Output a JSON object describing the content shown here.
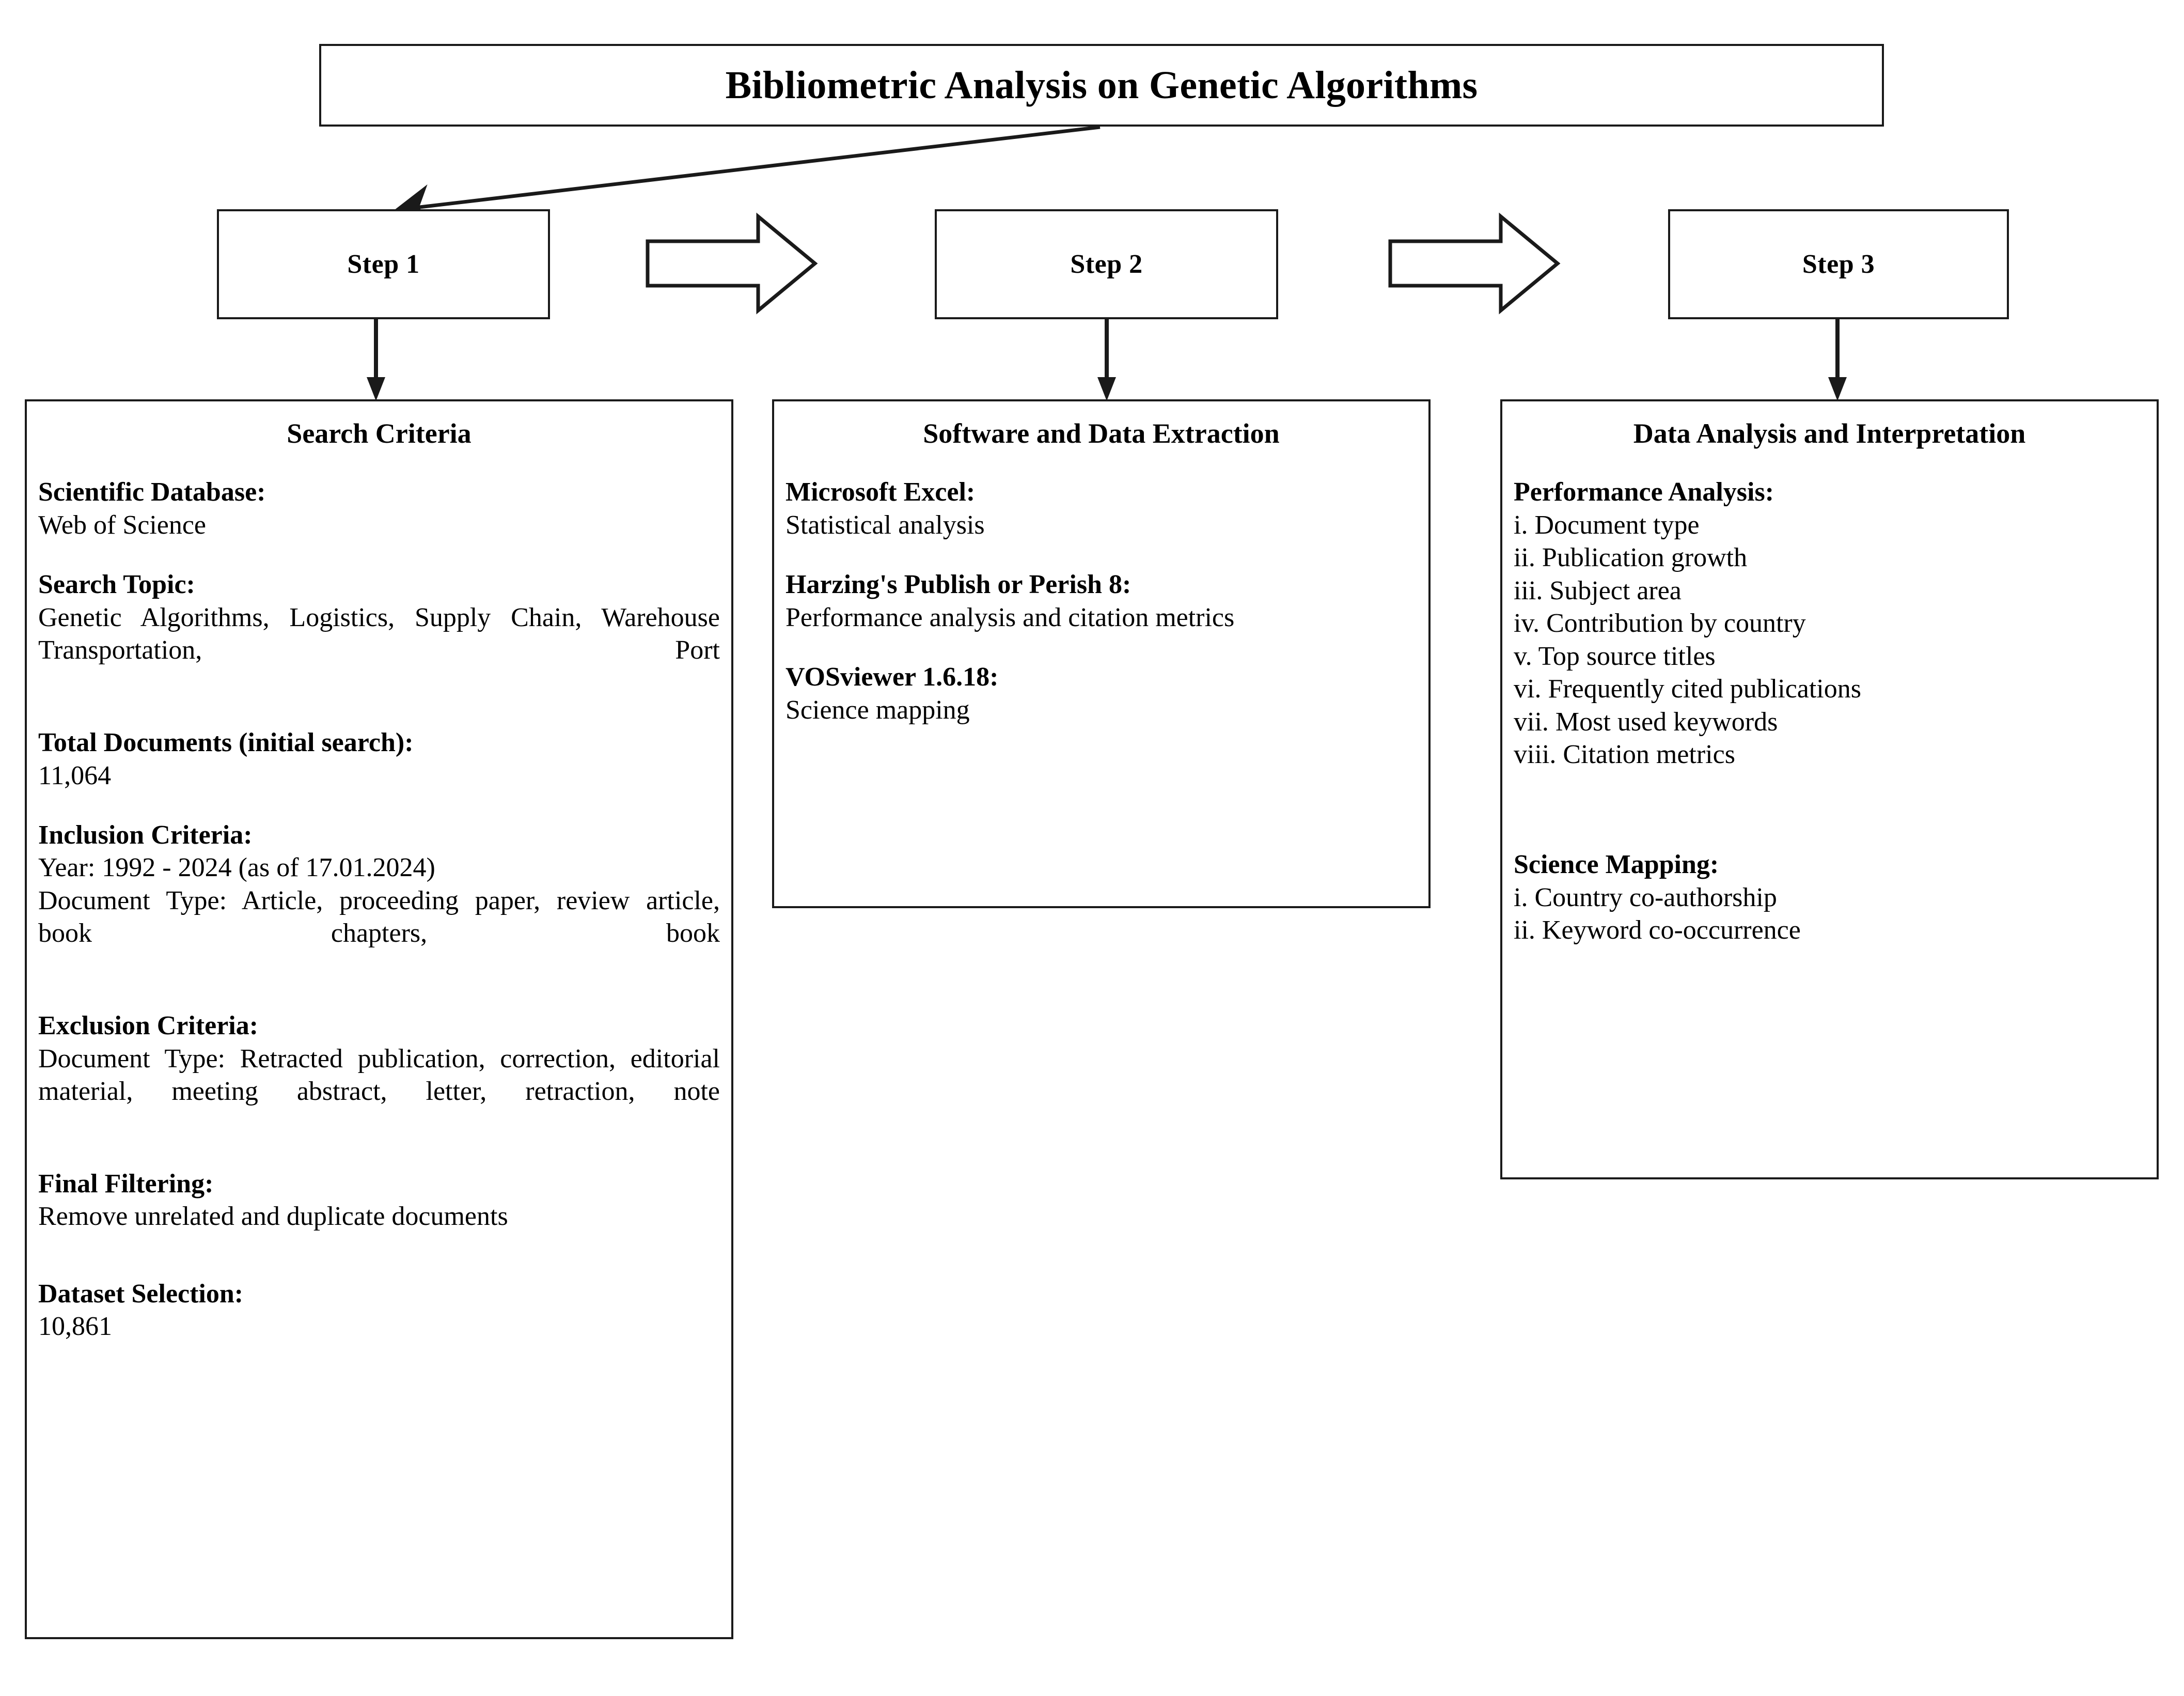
{
  "title": {
    "text": "Bibliometric Analysis on Genetic Algorithms"
  },
  "steps": [
    {
      "label": "Step 1"
    },
    {
      "label": "Step 2"
    },
    {
      "label": "Step 3"
    }
  ],
  "columns": {
    "search_criteria": {
      "heading": "Search Criteria",
      "blocks": [
        {
          "label": "Scientific Database:",
          "value": "Web of Science"
        },
        {
          "label": "Search Topic:",
          "value": "Genetic Algorithms, Logistics, Supply Chain, Warehouse Transportation, Port"
        },
        {
          "label": "Total Documents (initial search):",
          "value": "11,064"
        },
        {
          "label": "Inclusion Criteria:",
          "value_line1": "Year: 1992 - 2024 (as of 17.01.2024)",
          "value_line2": "Document Type: Article, proceeding paper, review article, book chapters, book"
        },
        {
          "label": "Exclusion Criteria:",
          "value": "Document Type: Retracted publication, correction, editorial material, meeting abstract, letter, retraction, note"
        },
        {
          "label": "Final Filtering:",
          "value": "Remove unrelated and duplicate documents"
        },
        {
          "label": "Dataset Selection:",
          "value": "10,861"
        }
      ]
    },
    "software_extraction": {
      "heading": "Software and Data Extraction",
      "blocks": [
        {
          "label": "Microsoft Excel:",
          "value": "Statistical analysis"
        },
        {
          "label": "Harzing's Publish or Perish 8:",
          "value": "Performance analysis and citation metrics"
        },
        {
          "label": "VOSviewer 1.6.18:",
          "value": "Science mapping"
        }
      ]
    },
    "data_analysis": {
      "heading": "Data Analysis and Interpretation",
      "performance": {
        "label": "Performance Analysis:",
        "items": [
          "i. Document type",
          "ii. Publication growth",
          "iii. Subject area",
          "iv. Contribution by country",
          "v. Top source titles",
          "vi. Frequently cited publications",
          "vii. Most used keywords",
          "viii. Citation metrics"
        ]
      },
      "mapping": {
        "label": "Science Mapping:",
        "items": [
          "i. Country co-authorship",
          "ii. Keyword co-occurrence"
        ]
      }
    }
  },
  "connectors": {
    "title_to_step1": "diagonal-arrow",
    "step1_to_step2": "block-arrow-right",
    "step2_to_step3": "block-arrow-right",
    "step1_down": "down-arrow",
    "step2_down": "down-arrow",
    "step3_down": "down-arrow"
  },
  "colors": {
    "stroke": "#1a1a1a",
    "background": "#ffffff",
    "text": "#000000"
  }
}
